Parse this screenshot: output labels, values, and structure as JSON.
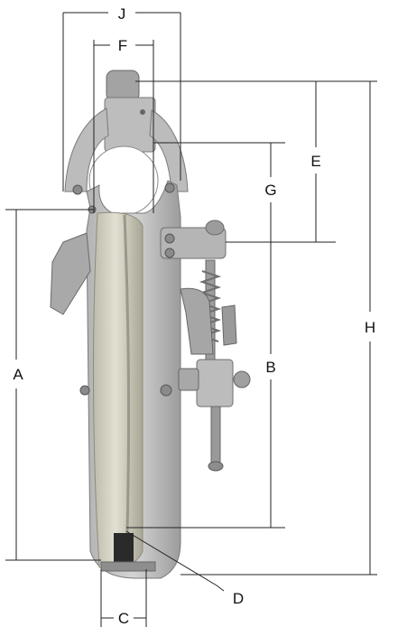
{
  "dimension_labels": {
    "J": "J",
    "F": "F",
    "E": "E",
    "G": "G",
    "H": "H",
    "A": "A",
    "B": "B",
    "C": "C",
    "D": "D"
  },
  "colors": {
    "metal_light": "#c9c9c9",
    "metal_mid": "#a9a9a9",
    "metal_dark": "#6e6e6e",
    "sheave": "#d8d6c8",
    "sheave_shadow": "#b8b6a6",
    "line": "#222222"
  }
}
